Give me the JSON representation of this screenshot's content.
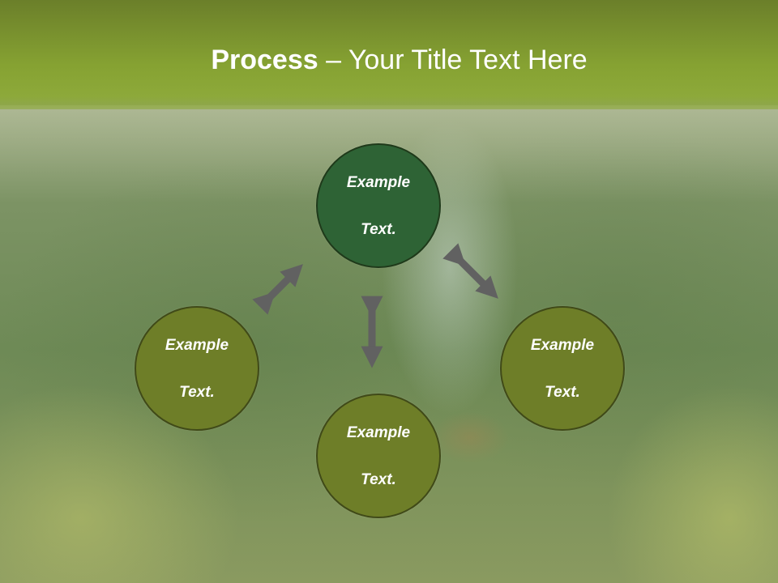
{
  "title": {
    "bold": "Process",
    "rest": " – Your Title Text Here"
  },
  "nodes": {
    "top": {
      "line1": "Example",
      "line2": "Text."
    },
    "left": {
      "line1": "Example",
      "line2": "Text."
    },
    "right": {
      "line1": "Example",
      "line2": "Text."
    },
    "bottom": {
      "line1": "Example",
      "line2": "Text."
    }
  },
  "colors": {
    "header": "#86a232",
    "node_top": "#2e6335",
    "node_other": "#6e7e28",
    "arrow": "#616161"
  }
}
